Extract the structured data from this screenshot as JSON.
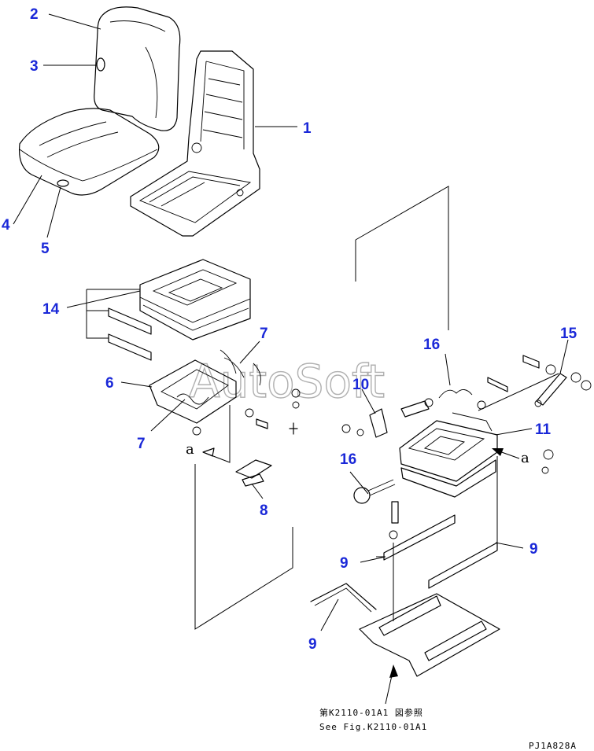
{
  "callouts": {
    "c1": "1",
    "c2": "2",
    "c3": "3",
    "c4": "4",
    "c5": "5",
    "c6": "6",
    "c7a": "7",
    "c7b": "7",
    "c8": "8",
    "c9a": "9",
    "c9b": "9",
    "c9c": "9",
    "c10": "10",
    "c11": "11",
    "c14": "14",
    "c15": "15",
    "c16a": "16",
    "c16b": "16"
  },
  "arrow_labels": {
    "a_left": "a",
    "a_right": "a"
  },
  "reference": {
    "line_jp": "第K2110-01A1 図参照",
    "line_en": "See Fig.K2110-01A1"
  },
  "watermark": "AutoSoft",
  "drawing_code": "PJ1A828A",
  "colors": {
    "callout": "#1a28d8",
    "line": "#000000",
    "watermark": "#b0b0b0"
  }
}
